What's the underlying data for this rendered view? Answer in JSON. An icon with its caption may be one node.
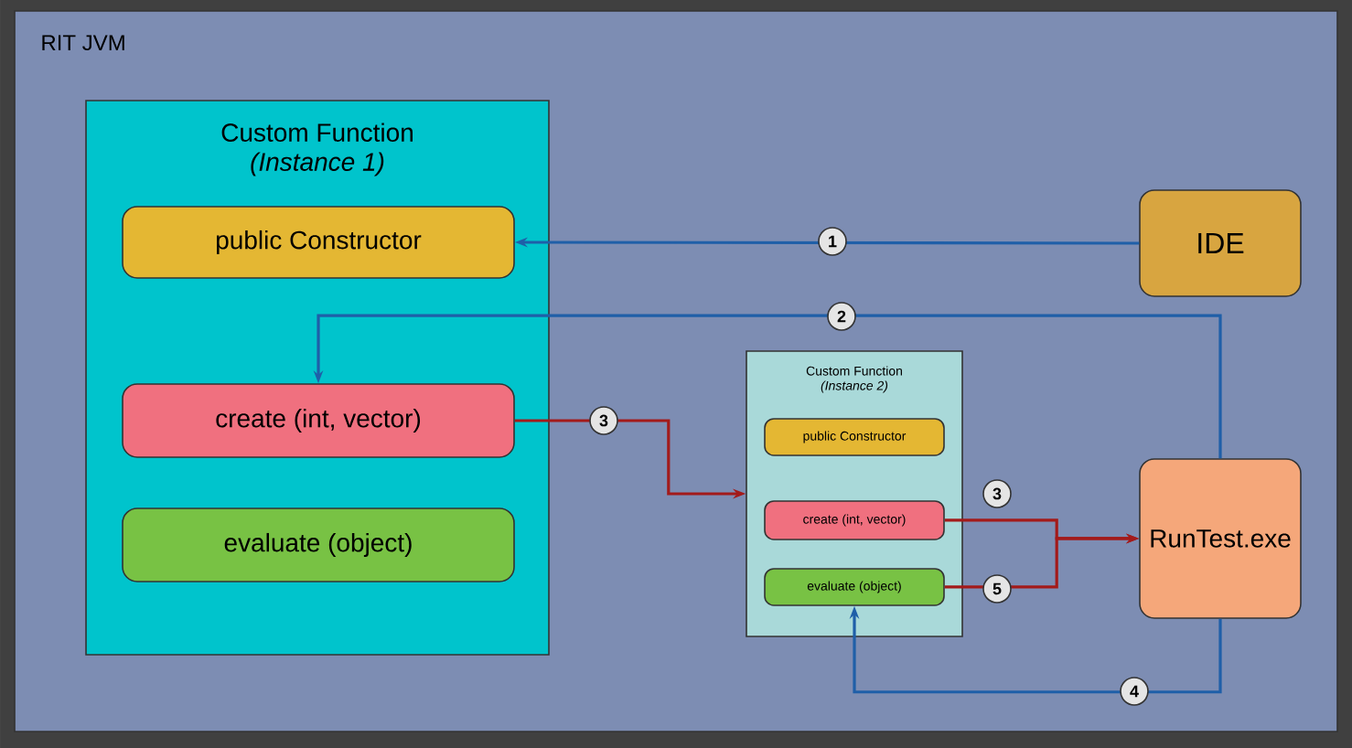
{
  "diagram": {
    "nodes": [
      {
        "text": [
          "RIT JVM"
        ]
      },
      {
        "text": [
          "Custom Function",
          "(Instance 1)"
        ],
        "in": 0
      },
      {
        "text": [
          "public Constructor"
        ],
        "in": 1
      },
      {
        "text": [
          "create (int, vector)"
        ],
        "in": 1
      },
      {
        "text": [
          "evaluate (object)"
        ],
        "in": 1
      },
      {
        "text": [
          "IDE"
        ],
        "in": 0
      },
      {
        "text": [
          "Custom Function",
          "(Instance 2)"
        ],
        "in": 0
      },
      {
        "text": [
          "public Constructor"
        ],
        "in": 6
      },
      {
        "text": [
          "create (int, vector)"
        ],
        "in": 6
      },
      {
        "text": [
          "evaluate (object)"
        ],
        "in": 6
      },
      {
        "text": [
          "RunTest.exe"
        ],
        "in": 0
      }
    ],
    "edges": [
      {
        "from": 5,
        "to": 2,
        "arrow": "to",
        "label": "1"
      },
      {
        "from": 10,
        "to": 3,
        "arrow": "to",
        "label": "2"
      },
      {
        "from": 3,
        "to": 6,
        "arrow": "to",
        "label": "3",
        "color": "#a31a1a"
      },
      {
        "from": 8,
        "to": 10,
        "arrow": "to",
        "label": "3",
        "color": "#a31a1a"
      },
      {
        "from": 9,
        "to": 10,
        "arrow": "to",
        "label": "5",
        "color": "#a31a1a"
      },
      {
        "from": 10,
        "to": 9,
        "arrow": "to",
        "label": "4"
      }
    ]
  }
}
